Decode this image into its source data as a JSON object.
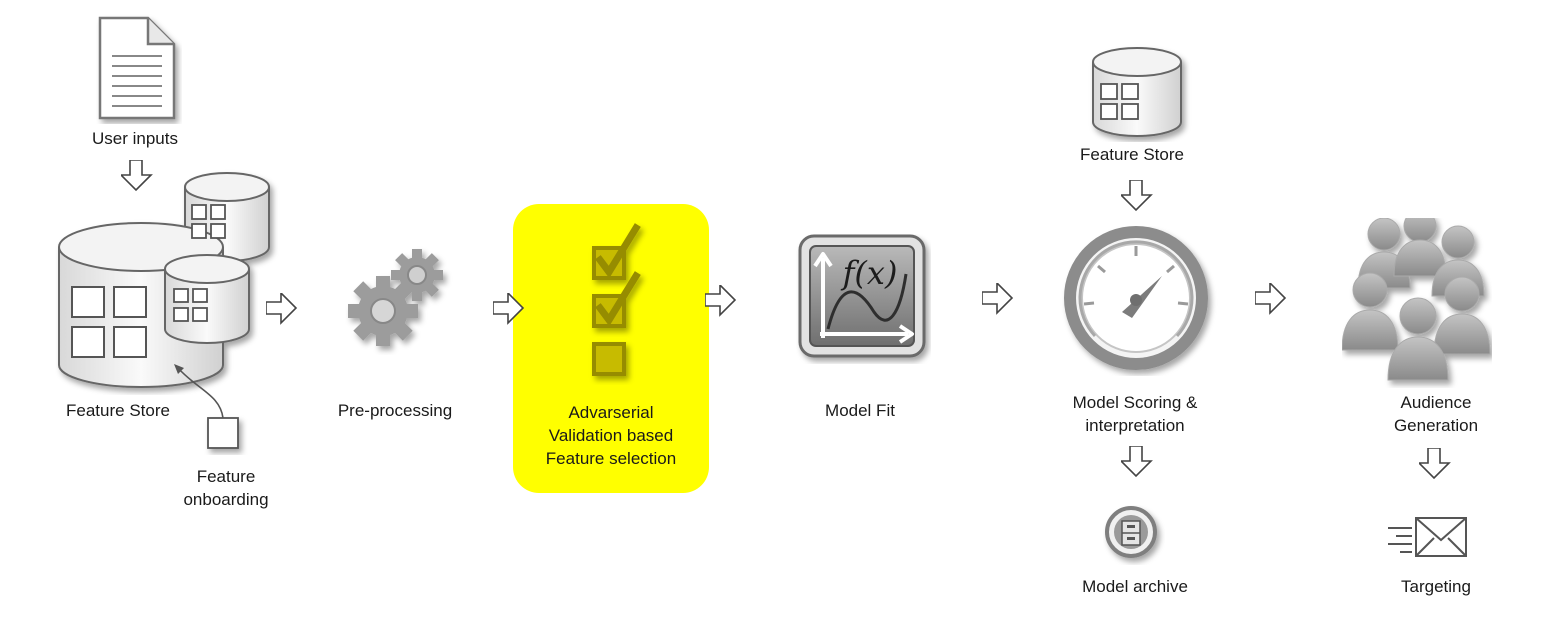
{
  "stages": {
    "user_inputs": "User inputs",
    "feature_store_left": "Feature Store",
    "feature_onboarding_1": "Feature",
    "feature_onboarding_2": "onboarding",
    "preprocessing": "Pre-processing",
    "selection_1": "Advarserial",
    "selection_2": "Validation based",
    "selection_3": "Feature selection",
    "model_fit": "Model Fit",
    "feature_store_right": "Feature Store",
    "scoring_1": "Model Scoring &",
    "scoring_2": "interpretation",
    "model_archive": "Model archive",
    "audience_1": "Audience",
    "audience_2": "Generation",
    "targeting": "Targeting"
  },
  "colors": {
    "highlight": "#ffff00",
    "icon_gray": "#9a9a9a",
    "icon_dark": "#6e6e6e",
    "checkbox": "#9a8f00"
  },
  "icons": [
    "document-icon",
    "database-icon",
    "gears-icon",
    "checklist-icon",
    "function-icon",
    "gauge-icon",
    "archive-icon",
    "people-icon",
    "envelope-icon"
  ]
}
